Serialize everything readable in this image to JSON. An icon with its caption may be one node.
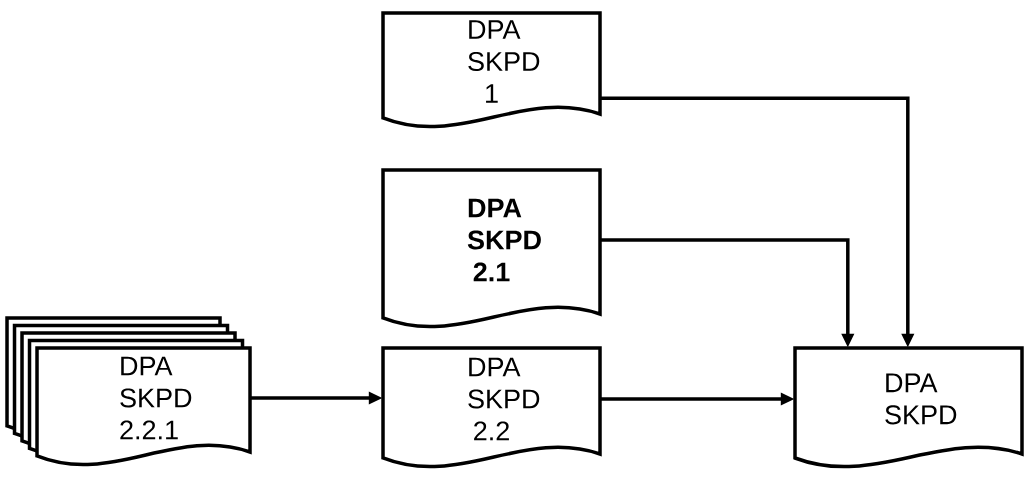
{
  "diagram": {
    "nodes": [
      {
        "text": [
          "DPA SKPD 1"
        ]
      },
      {
        "text": [
          "DPA SKPD 2.1"
        ]
      },
      {
        "text": [
          "DPA SKPD 2.2.1"
        ]
      },
      {
        "text": [
          "DPA SKPD 2.2"
        ]
      },
      {
        "text": [
          "DPA SKPD"
        ]
      }
    ],
    "edges": [
      {
        "from": 0,
        "to": 4,
        "arrow": "to"
      },
      {
        "from": 1,
        "to": 4,
        "arrow": "to"
      },
      {
        "from": 2,
        "to": 3,
        "arrow": "to"
      },
      {
        "from": 3,
        "to": 4,
        "arrow": "to"
      }
    ]
  }
}
